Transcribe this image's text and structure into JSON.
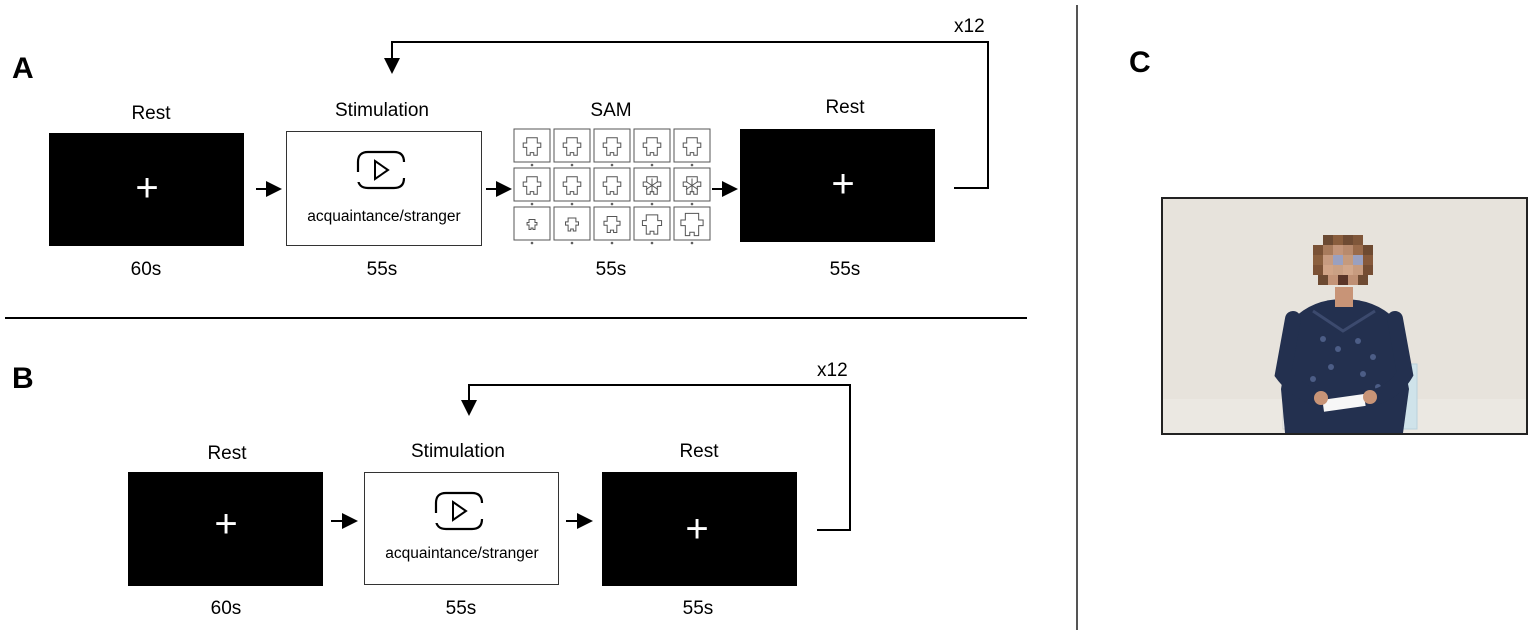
{
  "panel_a": {
    "label": "A",
    "repeat": "x12",
    "steps": [
      {
        "title": "Rest",
        "duration": "60s"
      },
      {
        "title": "Stimulation",
        "duration": "55s",
        "text": "acquaintance/stranger"
      },
      {
        "title": "SAM",
        "duration": "55s"
      },
      {
        "title": "Rest",
        "duration": "55s"
      }
    ]
  },
  "panel_b": {
    "label": "B",
    "repeat": "x12",
    "steps": [
      {
        "title": "Rest",
        "duration": "60s"
      },
      {
        "title": "Stimulation",
        "duration": "55s",
        "text": "acquaintance/stranger"
      },
      {
        "title": "Rest",
        "duration": "55s"
      }
    ]
  },
  "panel_c": {
    "label": "C"
  },
  "icons": {
    "fixation": "fixation-cross-icon",
    "video": "video-play-icon",
    "sam": "sam-manikin-grid"
  }
}
